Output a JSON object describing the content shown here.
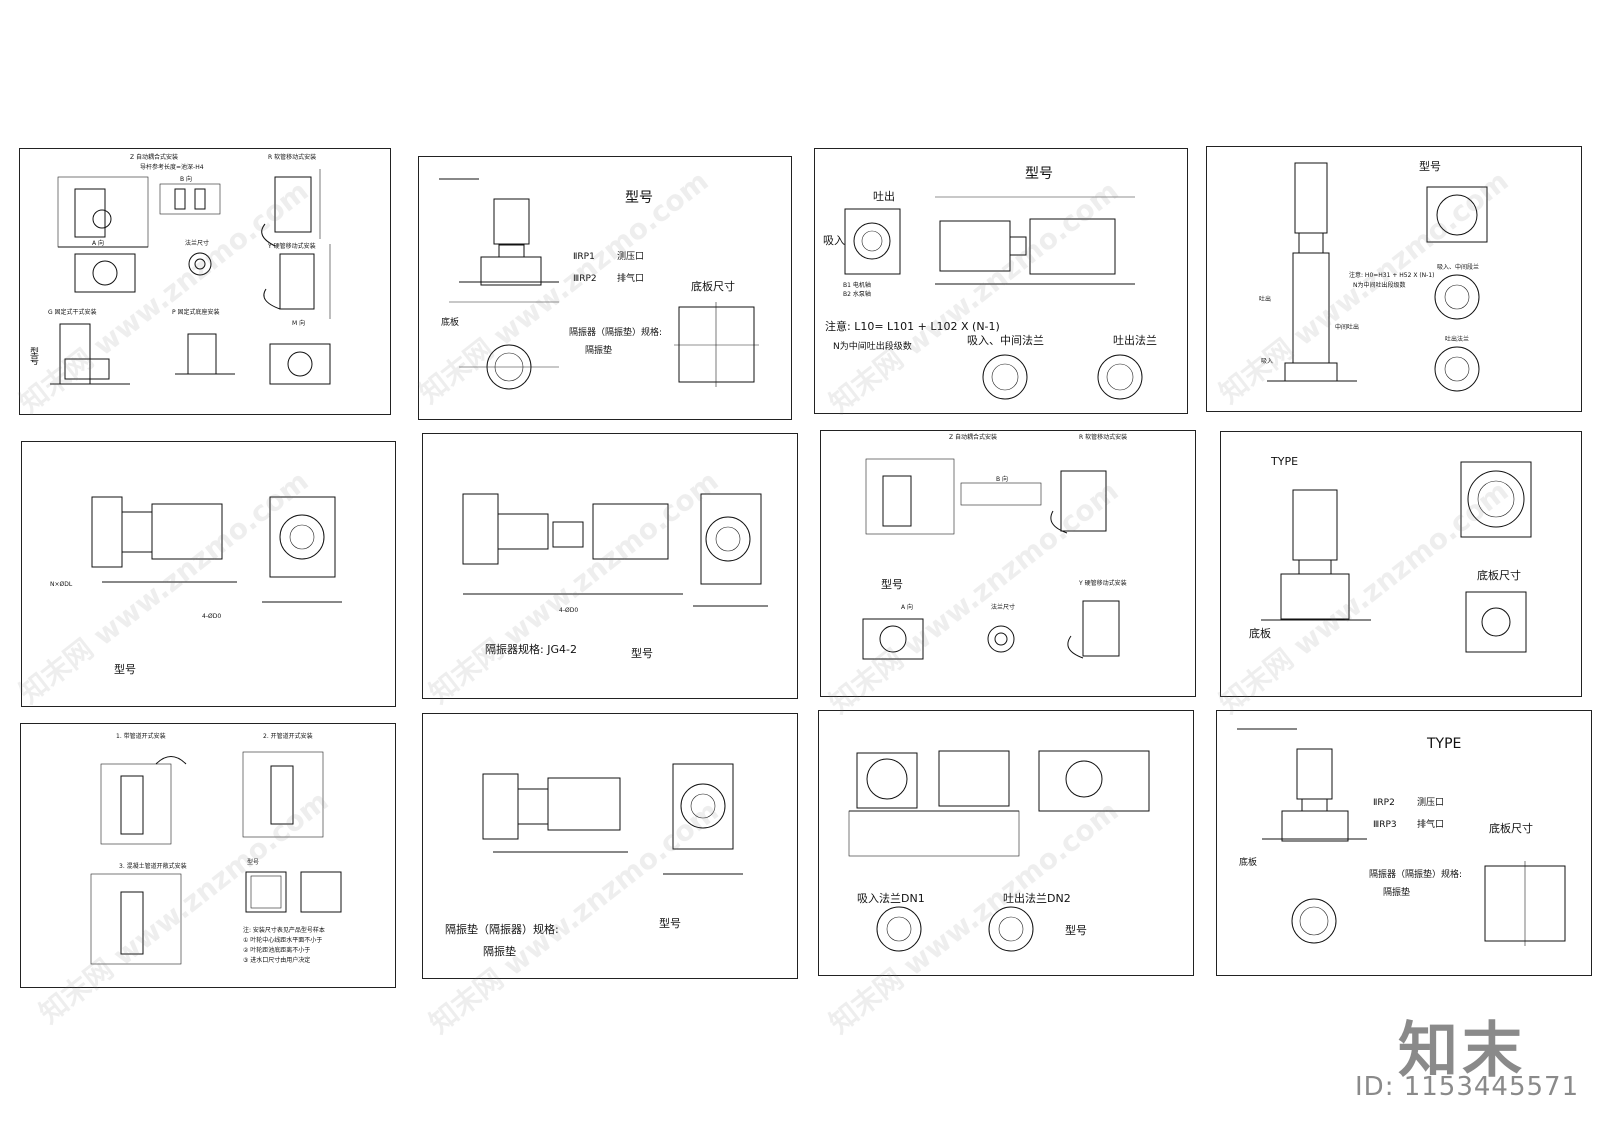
{
  "sheets": {
    "s1": {
      "z_title": "Z 自动耦合式安装",
      "r_title": "R 软管移动式安装",
      "note_small": "导杆参考长度=池深-H4",
      "b_view": "B 向",
      "a_view": "A 向",
      "flange_size": "法兰尺寸",
      "y_title": "Y 硬管移动式安装",
      "g_title": "G 固定式干式安装",
      "p_title": "P 固定式底座安装",
      "m_view": "M 向",
      "model": "型号"
    },
    "s2": {
      "model": "型号",
      "rp1": "ⅡRP1",
      "rp1_desc": "测压口",
      "rp2": "ⅢRP2",
      "rp2_desc": "排气口",
      "base_size": "底板尺寸",
      "isolator": "隔振器（隔振垫）规格:",
      "isolator_pad": "隔振垫",
      "bottom_plate": "底板"
    },
    "s3": {
      "model": "型号",
      "outlet": "吐出",
      "inlet": "吸入",
      "note": "注意: L10= L101 + L102 X  (N-1)",
      "note2": "N为中间吐出段级数",
      "flange_in": "吸入、中间法兰",
      "flange_out": "吐出法兰",
      "b1": "B1 电机轴",
      "b2": "B2 水泵轴"
    },
    "s4": {
      "model": "型号",
      "note": "注意: H0=H31 + H52 X  (N-1)",
      "note2": "N为中间吐出段级数",
      "inlet_mid": "吸入、中间段兰",
      "outlet_flange": "吐出法兰",
      "outlet": "吐出",
      "inlet": "吸入",
      "mid_outlet": "中间吐出"
    },
    "s5": {
      "model": "型号",
      "nxdl": "N×ØDL",
      "holes": "4-ØD0"
    },
    "s6": {
      "isolator": "隔振器规格: JG4-2",
      "model": "型号",
      "holes": "4-ØD0"
    },
    "s7": {
      "z_title": "Z 自动耦合式安装",
      "r_title": "R 软管移动式安装",
      "b_view": "B 向",
      "model": "型号",
      "a_view": "A 向",
      "flange_size": "法兰尺寸",
      "y_title": "Y 硬管移动式安装"
    },
    "s8": {
      "type": "TYPE",
      "base_size": "底板尺寸",
      "bottom_plate": "底板"
    },
    "s9": {
      "t1": "1. 带管道开式安装",
      "t2": "2. 开管道开式安装",
      "t3": "3. 混凝土管道开敞式安装",
      "model": "型号",
      "n1": "注: 安装尺寸表见产品型号样本",
      "n2": "① 叶轮中心线距水平面不小于",
      "n3": "② 叶轮距池底距离不小于",
      "n4": "③ 进水口尺寸由用户决定"
    },
    "s10": {
      "isolator": "隔振垫（隔振器）规格:",
      "model": "型号",
      "pad": "隔振垫"
    },
    "s11": {
      "flange_in": "吸入法兰DN1",
      "flange_out": "吐出法兰DN2",
      "model": "型号"
    },
    "s12": {
      "type": "TYPE",
      "rp2": "ⅡRP2",
      "rp2_desc": "测压口",
      "rp3": "ⅢRP3",
      "rp3_desc": "排气口",
      "base_size": "底板尺寸",
      "isolator": "隔振器（隔振垫）规格:",
      "pad": "隔振垫",
      "bottom_plate": "底板"
    }
  },
  "watermark": "知末网 www.znzmo.com",
  "logo": "知末",
  "id_label": "ID: 1153445571"
}
